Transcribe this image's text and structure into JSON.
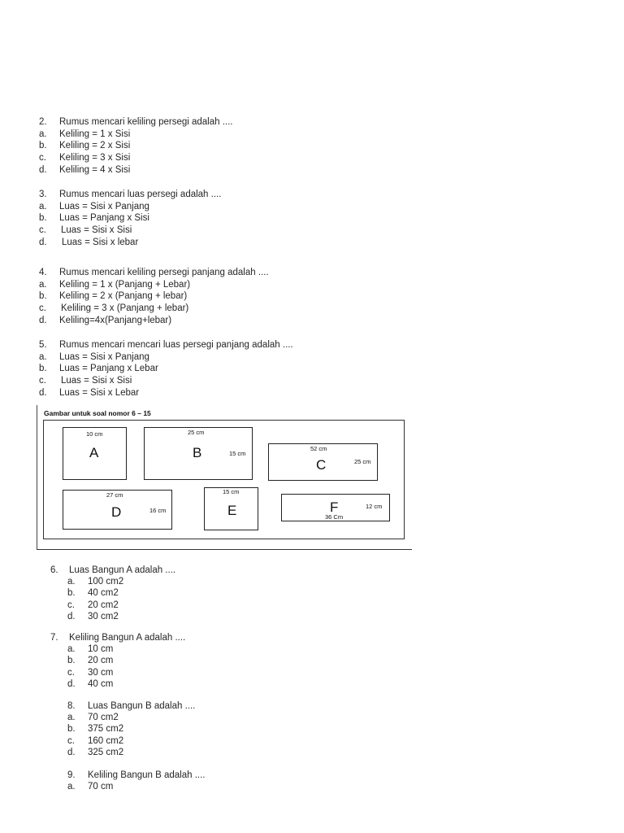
{
  "questions_top": [
    {
      "number": "2.",
      "text": "Rumus mencari keliling persegi adalah ....",
      "options": [
        {
          "letter": "a.",
          "text": "Keliling = 1 x Sisi"
        },
        {
          "letter": "b.",
          "text": "Keliling = 2 x Sisi"
        },
        {
          "letter": "c.",
          "text": "Keliling = 3 x Sisi"
        },
        {
          "letter": "d.",
          "text": "Keliling = 4 x Sisi"
        }
      ]
    },
    {
      "number": "3.",
      "text": "Rumus mencari luas persegi adalah ....",
      "options": [
        {
          "letter": "a.",
          "text": "Luas = Sisi x Panjang"
        },
        {
          "letter": "b.",
          "text": "Luas = Panjang x Sisi"
        },
        {
          "letter": "c.",
          "text": "Luas = Sisi x Sisi"
        },
        {
          "letter": "d.",
          "text": "Luas = Sisi x lebar"
        }
      ]
    },
    {
      "number": "4.",
      "text": "Rumus mencari keliling persegi panjang adalah ....",
      "options": [
        {
          "letter": "a.",
          "text": "Keliling = 1 x (Panjang + Lebar)"
        },
        {
          "letter": "b.",
          "text": "Keliling = 2 x (Panjang + lebar)"
        },
        {
          "letter": "c.",
          "text": "Keliling = 3 x (Panjang + lebar)"
        },
        {
          "letter": "d.",
          "text": "Keliling=4x(Panjang+lebar)"
        }
      ]
    },
    {
      "number": "5.",
      "text": "Rumus mencari mencari luas persegi panjang adalah ....",
      "options": [
        {
          "letter": "a.",
          "text": "Luas = Sisi x Panjang"
        },
        {
          "letter": "b.",
          "text": "Luas = Panjang x Lebar"
        },
        {
          "letter": "c.",
          "text": "Luas = Sisi x Sisi"
        },
        {
          "letter": "d.",
          "text": "Luas = Sisi x Lebar"
        }
      ]
    }
  ],
  "figure": {
    "title": "Gambar untuk soal nomor 6 – 15",
    "shapes": {
      "A": {
        "letter": "A",
        "top_label": "10 cm"
      },
      "B": {
        "letter": "B",
        "top_label": "25 cm",
        "side_label": "15 cm"
      },
      "C": {
        "letter": "C",
        "top_label": "52 cm",
        "side_label": "25 cm"
      },
      "D": {
        "letter": "D",
        "top_label": "27 cm",
        "side_label": "16 cm"
      },
      "E": {
        "letter": "E",
        "top_label": "15 cm"
      },
      "F": {
        "letter": "F",
        "bottom_label": "36 Cm",
        "side_label": "12 cm"
      }
    }
  },
  "questions_bottom": [
    {
      "number": "6.",
      "text": "Luas Bangun A adalah ....",
      "options": [
        {
          "letter": "a.",
          "text": "100 cm2"
        },
        {
          "letter": "b.",
          "text": "40 cm2"
        },
        {
          "letter": "c.",
          "text": "20 cm2"
        },
        {
          "letter": "d.",
          "text": "30 cm2"
        }
      ]
    },
    {
      "number": "7.",
      "text": "Keliling Bangun A adalah ....",
      "options": [
        {
          "letter": "a.",
          "text": "10 cm"
        },
        {
          "letter": "b.",
          "text": "20 cm"
        },
        {
          "letter": "c.",
          "text": "30 cm"
        },
        {
          "letter": "d.",
          "text": "40 cm"
        }
      ]
    },
    {
      "number": "8.",
      "text": "Luas Bangun B adalah ....",
      "options": [
        {
          "letter": "a.",
          "text": "70 cm2"
        },
        {
          "letter": "b.",
          "text": "375 cm2"
        },
        {
          "letter": "c.",
          "text": "160 cm2"
        },
        {
          "letter": "d.",
          "text": "325 cm2"
        }
      ]
    },
    {
      "number": "9.",
      "text": "Keliling Bangun B adalah ....",
      "options": [
        {
          "letter": "a.",
          "text": "70 cm"
        }
      ]
    }
  ]
}
